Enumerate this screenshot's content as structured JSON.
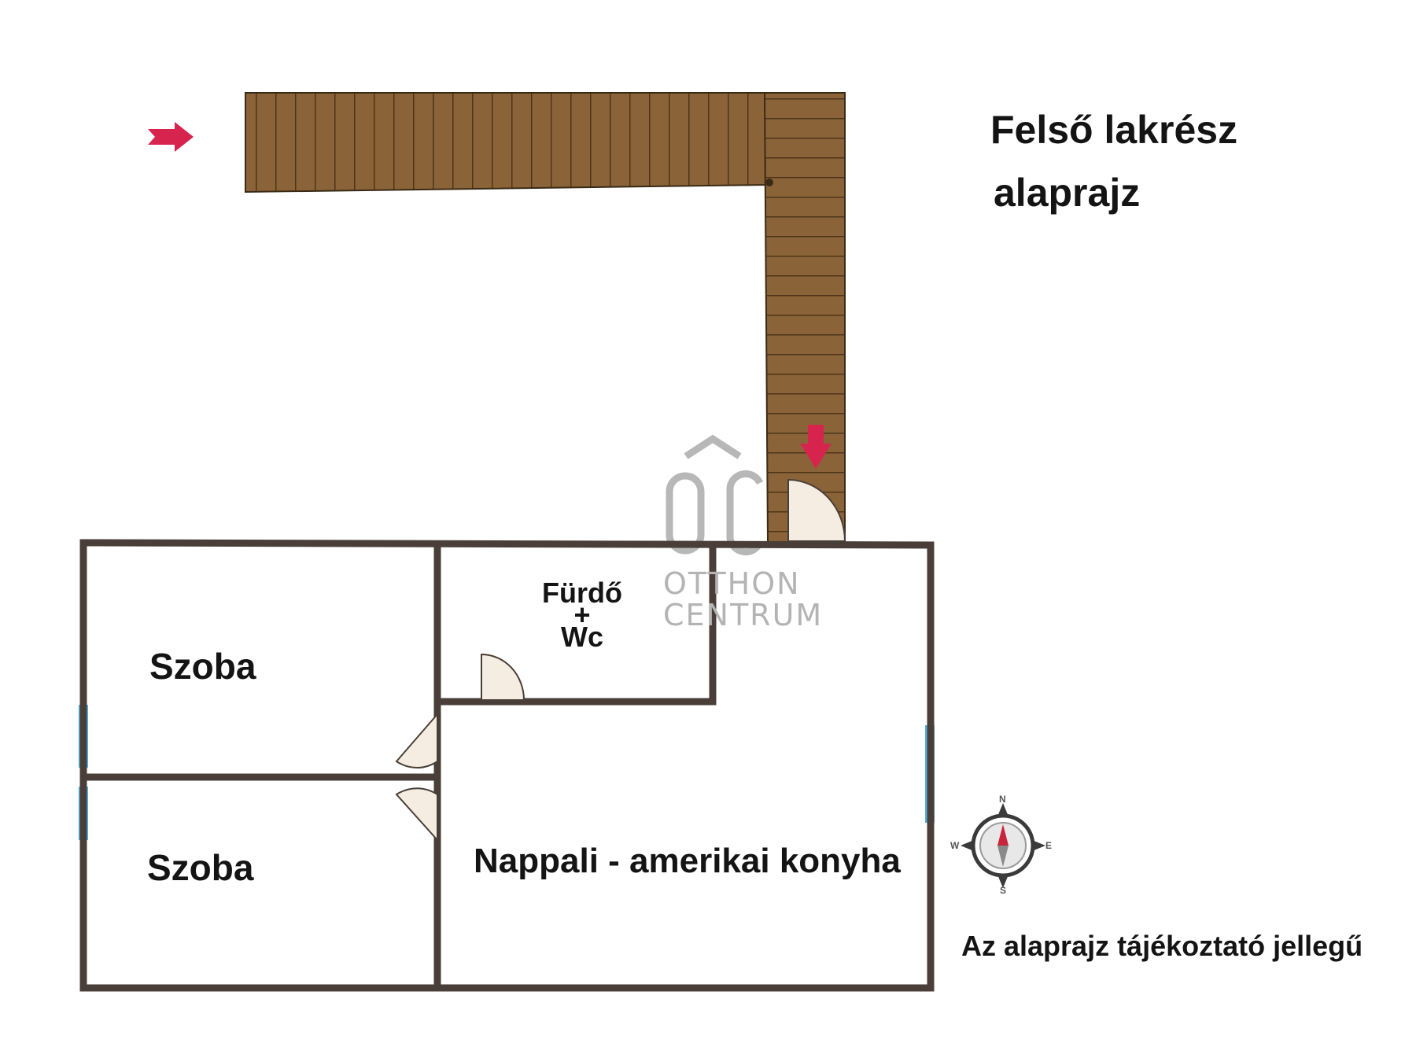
{
  "heading": {
    "line1": "Felső lakrész",
    "line2": "alaprajz"
  },
  "rooms": {
    "room_top": "Szoba",
    "room_bottom": "Szoba",
    "bathroom_line1": "Fürdő",
    "bathroom_line2": "+",
    "bathroom_line3": "Wc",
    "living": "Nappali - amerikai konyha"
  },
  "watermark": {
    "logo": "OC",
    "line1": "OTTHON",
    "line2": "CENTRUM"
  },
  "compass": {
    "n": "N",
    "e": "E",
    "s": "S",
    "w": "W"
  },
  "disclaimer": "Az alaprajz tájékoztató jellegű",
  "colors": {
    "wall": "#4a3f38",
    "deck": "#8a6438",
    "deck_line": "#4d3518",
    "window": "#4fb3e4",
    "door_fill": "#f5ede2",
    "arrow": "#d6244f",
    "watermark": "#b4b4b4"
  }
}
